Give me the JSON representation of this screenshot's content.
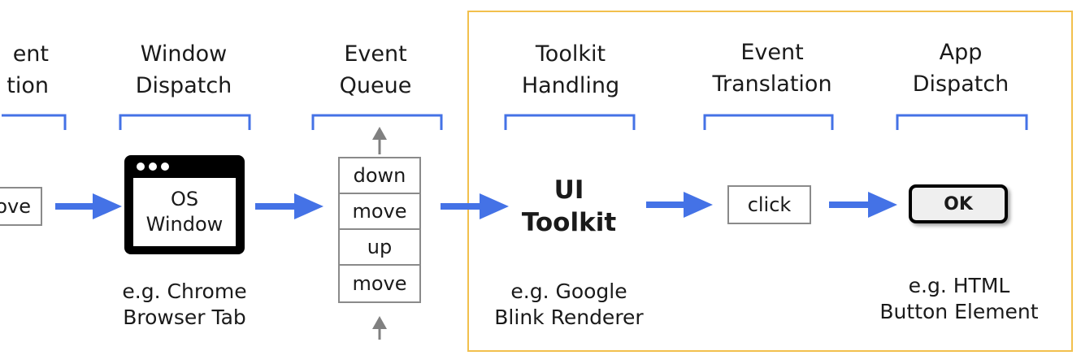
{
  "colors": {
    "accent": "#4472e6",
    "highlight_border": "#f2c04d",
    "box_border": "#8a8a8a",
    "gray_arrow": "#808080"
  },
  "stages": [
    {
      "line1": "Event",
      "line2": "Translation",
      "visible_line1": "ent",
      "visible_line2": "tion"
    },
    {
      "line1": "Window",
      "line2": "Dispatch"
    },
    {
      "line1": "Event",
      "line2": "Queue"
    },
    {
      "line1": "Toolkit",
      "line2": "Handling"
    },
    {
      "line1": "Event",
      "line2": "Translation"
    },
    {
      "line1": "App",
      "line2": "Dispatch"
    }
  ],
  "input_event": "ove",
  "os_window": {
    "line1": "OS",
    "line2": "Window",
    "icon": "browser-window-icon"
  },
  "queue": [
    "down",
    "move",
    "up",
    "move"
  ],
  "toolkit": {
    "line1": "UI",
    "line2": "Toolkit"
  },
  "translated_event": "click",
  "ok_button": "OK",
  "captions": {
    "window": {
      "line1": "e.g. Chrome",
      "line2": "Browser Tab"
    },
    "toolkit": {
      "line1": "e.g. Google",
      "line2": "Blink Renderer"
    },
    "app": {
      "line1": "e.g. HTML",
      "line2": "Button Element"
    }
  }
}
